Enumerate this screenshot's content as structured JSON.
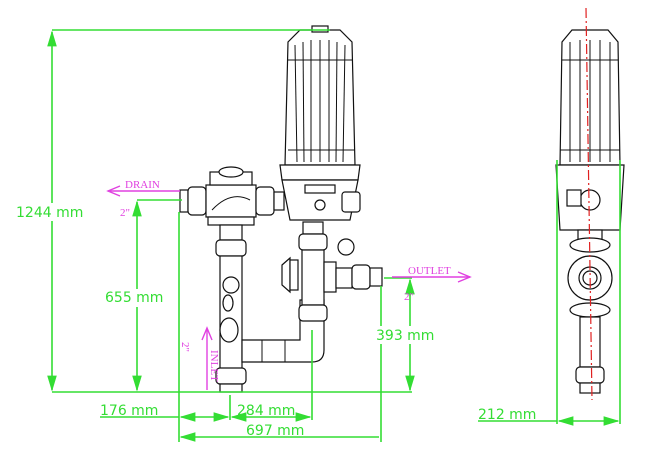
{
  "dimensions": {
    "overall_height": "1244  mm",
    "drain_height": "655  mm",
    "outlet_height": "393  mm",
    "drain_offset": "176  mm",
    "inlet_to_outlet_pipe": "284  mm",
    "overall_length": "697  mm",
    "side_width": "212  mm"
  },
  "connections": {
    "drain": {
      "label": "DRAIN",
      "size": "2\""
    },
    "inlet": {
      "label": "INLET",
      "size": "2\""
    },
    "outlet": {
      "label": "OUTLET",
      "size": "2\""
    }
  },
  "colors": {
    "dimension": "#33dd33",
    "connection": "#e040e0",
    "centerline": "#e02020",
    "drawing": "#111111"
  }
}
